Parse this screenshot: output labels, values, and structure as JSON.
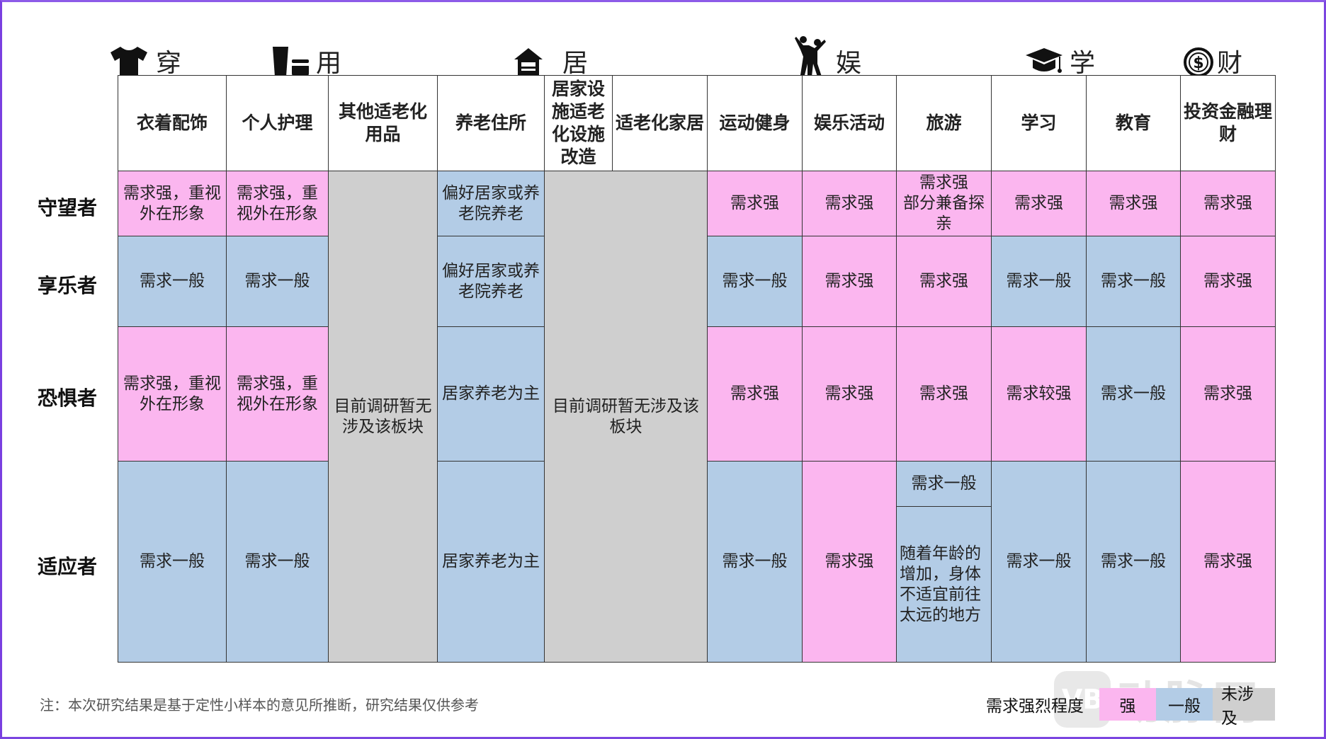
{
  "categories": [
    {
      "label": "穿",
      "icon": "tshirt-icon"
    },
    {
      "label": "用",
      "icon": "cup-icon"
    },
    {
      "label": "居",
      "icon": "house-icon"
    },
    {
      "label": "娱",
      "icon": "dancer-icon"
    },
    {
      "label": "学",
      "icon": "graduation-cap-icon"
    },
    {
      "label": "财",
      "icon": "money-coin-icon"
    }
  ],
  "columns": [
    "衣着配饰",
    "个人护理",
    "其他适老化用品",
    "养老住所",
    "居家设施适老化设施改造",
    "适老化家居",
    "运动健身",
    "娱乐活动",
    "旅游",
    "学习",
    "教育",
    "投资金融理财"
  ],
  "rows": [
    "守望者",
    "享乐者",
    "恐惧者",
    "适应者"
  ],
  "cells": {
    "r1": {
      "c1": "需求强，重视外在形象",
      "c2": "需求强，重视外在形象",
      "c3": "目前调研暂无涉及该板块",
      "c4": "偏好居家或养老院养老",
      "c56": "目前调研暂无涉及该板块",
      "c7": "需求强",
      "c8": "需求强",
      "c9": "需求强\n部分兼备探亲",
      "c10": "需求强",
      "c11": "需求强",
      "c12": "需求强"
    },
    "r2": {
      "c1": "需求一般",
      "c2": "需求一般",
      "c4": "偏好居家或养老院养老",
      "c7": "需求一般",
      "c8": "需求强",
      "c9": "需求强",
      "c10": "需求一般",
      "c11": "需求一般",
      "c12": "需求强"
    },
    "r3": {
      "c1": "需求强，重视外在形象",
      "c2": "需求强，重视外在形象",
      "c4": "居家养老为主",
      "c7": "需求强",
      "c8": "需求强",
      "c9": "需求强",
      "c10": "需求较强",
      "c11": "需求一般",
      "c12": "需求强"
    },
    "r4": {
      "c1": "需求一般",
      "c2": "需求一般",
      "c4": "居家养老为主",
      "c7": "需求一般",
      "c8": "需求强",
      "c9a": "需求一般",
      "c9b": "随着年龄的增加，身体不适宜前往太远的地方",
      "c10": "需求一般",
      "c11": "需求一般",
      "c12": "需求强"
    }
  },
  "note": "注：本次研究结果是基于定性小样本的意见所推断，研究结果仅供参考",
  "legend": {
    "title": "需求强烈程度",
    "items": [
      {
        "label": "强",
        "color": "#fbb6ef"
      },
      {
        "label": "一般",
        "color": "#b3cce6"
      },
      {
        "label": "未涉及",
        "color": "#cfcfcf"
      }
    ]
  },
  "watermark": "动脉网",
  "colors": {
    "strong": "#fbb6ef",
    "normal": "#b3cce6",
    "none": "#cfcfcf",
    "frame": "#7b45e0"
  }
}
